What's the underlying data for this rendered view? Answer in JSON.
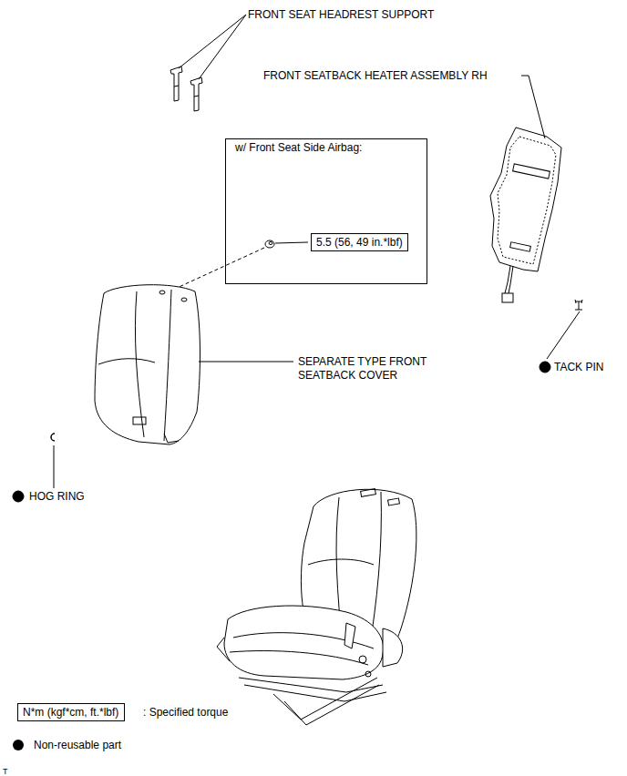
{
  "diagram": {
    "nodes": [
      {
        "text": [
          "w/ Front Seat Side Airbag:"
        ]
      },
      {
        "text": [
          "5.5 (56, 49 in.*lbf)"
        ],
        "in": 0
      },
      {
        "text": [
          "N*m (kgf*cm, ft.*lbf)"
        ]
      }
    ],
    "labels": [
      "FRONT SEAT HEADREST SUPPORT",
      "FRONT SEATBACK HEATER ASSEMBLY RH",
      "SEPARATE TYPE FRONT SEATBACK COVER",
      "TACK PIN",
      "HOG RING",
      ": Specified torque",
      "T"
    ],
    "legend": [
      {
        "text": "Non-reusable part",
        "color": "#000000"
      }
    ]
  }
}
